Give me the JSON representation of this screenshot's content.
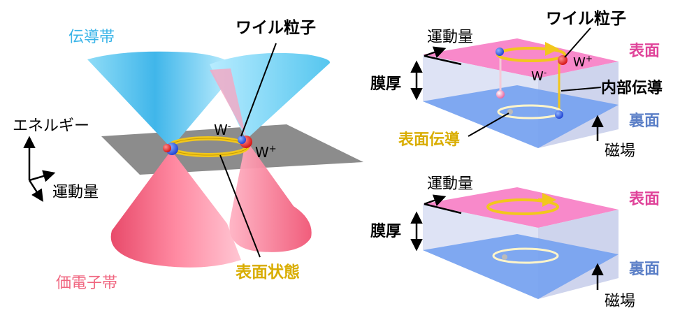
{
  "left": {
    "conduction_band": "伝導帯",
    "valence_band": "価電子帯",
    "energy": "エネルギー",
    "momentum": "運動量",
    "weyl_particle": "ワイル粒子",
    "surface_state": "表面状態",
    "w_minus_base": "W",
    "w_minus_sup": "-",
    "w_plus_base": "W",
    "w_plus_sup": "+"
  },
  "right_top": {
    "momentum": "運動量",
    "weyl_particle": "ワイル粒子",
    "top_surface": "表面",
    "thickness": "膜厚",
    "internal_conduction": "内部伝導",
    "bottom_surface": "裏面",
    "surface_conduction": "表面伝導",
    "magnetic_field": "磁場",
    "w_minus_base": "W",
    "w_minus_sup": "-",
    "w_plus_base": "W",
    "w_plus_sup": "+"
  },
  "right_bottom": {
    "momentum": "運動量",
    "top_surface": "表面",
    "thickness": "膜厚",
    "bottom_surface": "裏面",
    "magnetic_field": "磁場"
  },
  "colors": {
    "conduction": "#39b4e8",
    "valence": "#f06680",
    "surface_state": "#d9ad00",
    "top_label": "#e0449a",
    "bottom_label": "#5b7fc7",
    "ring": "#f2c71c",
    "top_face": "#f77fc6",
    "bottom_face": "#6f9df0",
    "black": "#000000"
  }
}
